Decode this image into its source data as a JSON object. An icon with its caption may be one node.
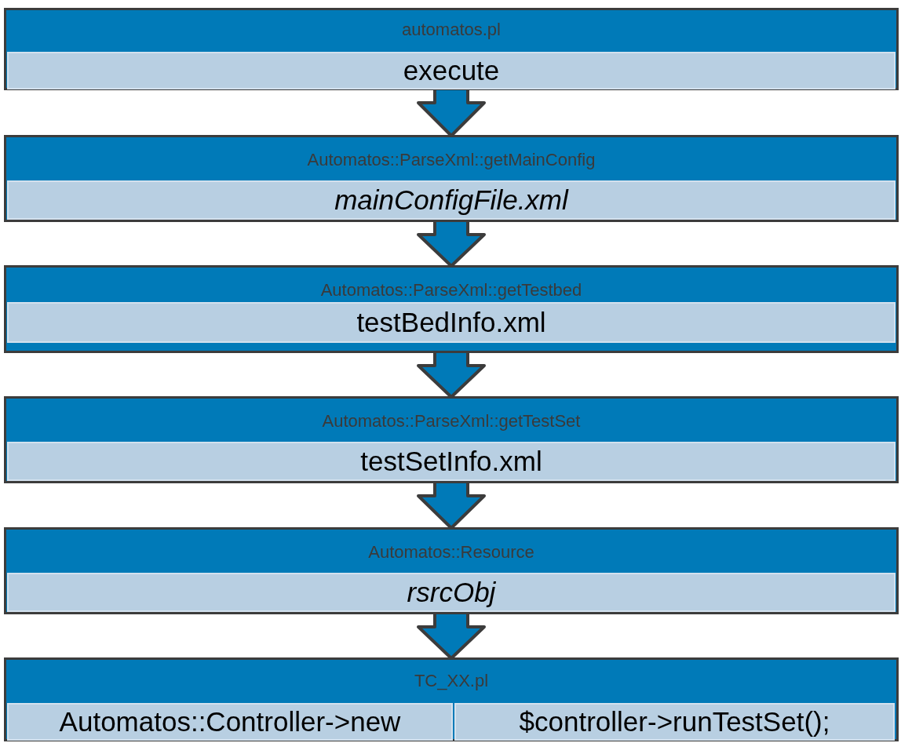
{
  "diagram": {
    "nodes": [
      {
        "text": [
          "automatos.pl"
        ]
      },
      {
        "text": [
          "execute"
        ],
        "in": 0
      },
      {
        "text": [
          "Automatos::ParseXml::getMainConfig"
        ]
      },
      {
        "text": [
          "mainConfigFile.xml"
        ],
        "in": 2
      },
      {
        "text": [
          "Automatos::ParseXml::getTestbed"
        ]
      },
      {
        "text": [
          "testBedInfo.xml"
        ],
        "in": 4
      },
      {
        "text": [
          "Automatos::ParseXml::getTestSet"
        ]
      },
      {
        "text": [
          "testSetInfo.xml"
        ],
        "in": 6
      },
      {
        "text": [
          "Automatos::Resource"
        ]
      },
      {
        "text": [
          "rsrcObj"
        ],
        "in": 8
      },
      {
        "text": [
          "TC_XX.pl"
        ]
      },
      {
        "text": [
          "Automatos::Controller->new"
        ],
        "in": 10
      },
      {
        "text": [
          "$controller->runTestSet();"
        ],
        "in": 10
      }
    ],
    "edges": [
      {
        "from": 0,
        "to": 2,
        "arrow": "to"
      },
      {
        "from": 2,
        "to": 4,
        "arrow": "to"
      },
      {
        "from": 4,
        "to": 6,
        "arrow": "to"
      },
      {
        "from": 6,
        "to": 8,
        "arrow": "to"
      },
      {
        "from": 8,
        "to": 10,
        "arrow": "to"
      }
    ]
  }
}
